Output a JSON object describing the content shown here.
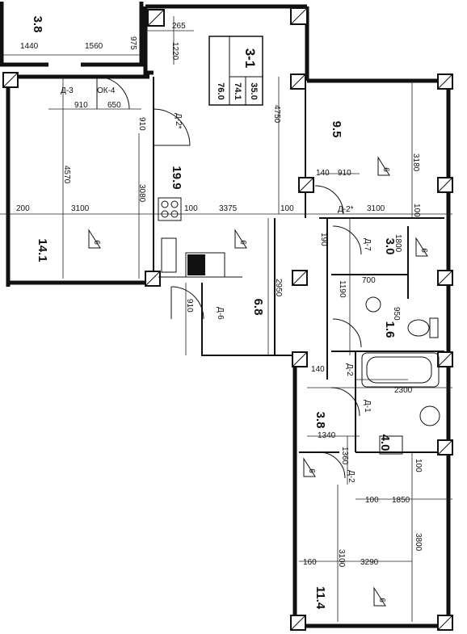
{
  "apartment": {
    "code": "3-1",
    "living_area": "35.0",
    "total_area": "74.1",
    "total_area_with_balcony": "76.0"
  },
  "rooms": [
    {
      "id": "balcony-top",
      "area": "3.8"
    },
    {
      "id": "bedroom-left",
      "area": "14.1"
    },
    {
      "id": "kitchen-living",
      "area": "19.9"
    },
    {
      "id": "bedroom-top-right",
      "area": "9.5"
    },
    {
      "id": "hall",
      "area": "6.8"
    },
    {
      "id": "storage",
      "area": "3.0"
    },
    {
      "id": "wc",
      "area": "1.6"
    },
    {
      "id": "corridor",
      "area": "3.8"
    },
    {
      "id": "bathroom",
      "area": "4.0"
    },
    {
      "id": "bedroom-bottom-right",
      "area": "11.4"
    }
  ],
  "room_tag": "6",
  "dimensions": {
    "d1440": "1440",
    "d1560": "1560",
    "d265": "265",
    "d1220": "1220",
    "d975": "975",
    "d910a": "910",
    "d650": "650",
    "d910b": "910",
    "d4570": "4570",
    "d3100a": "3100",
    "d200": "200",
    "d3080": "3080",
    "d4750": "4750",
    "d100a": "100",
    "d3375": "3375",
    "d100b": "100",
    "d140a": "140",
    "d910c": "910",
    "d3180": "3180",
    "d3100b": "3100",
    "d100c": "100",
    "d1800": "1800",
    "d190": "190",
    "d1190": "1190",
    "d2950": "2950",
    "d910d": "910",
    "d950": "950",
    "d140b": "140",
    "d2300": "2300",
    "d1340": "1340",
    "d1360": "1360",
    "d100d": "100",
    "d100e": "100",
    "d1850": "1850",
    "d3800": "3800",
    "d160": "160",
    "d3100c": "3100",
    "d3290": "3290",
    "d700": "700"
  },
  "doors": {
    "d1": "Д-1",
    "d2": "Д-2",
    "d2s": "Д-2*",
    "d6": "Д-6",
    "d7": "Д-7",
    "d3": "Д-3",
    "ok4": "ОК-4"
  }
}
